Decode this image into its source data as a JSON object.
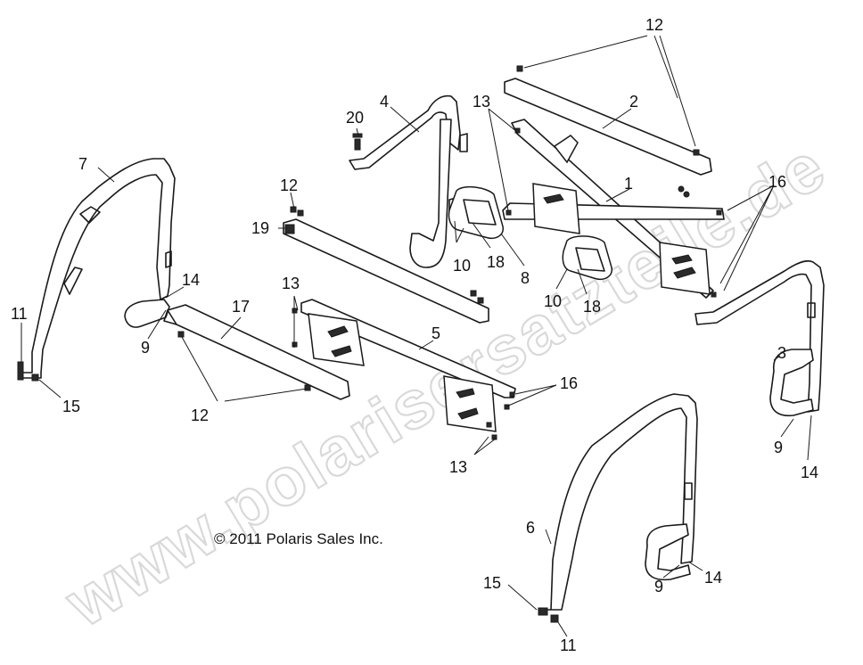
{
  "copyright": "© 2011 Polaris Sales Inc.",
  "watermark": "www.polarisersatzteile.de",
  "callouts": {
    "c12_top": "12",
    "c2": "2",
    "c13_top": "13",
    "c1": "1",
    "c16_top": "16",
    "c20": "20",
    "c4": "4",
    "c12_mid": "12",
    "c19": "19",
    "c10_a": "10",
    "c18_a": "18",
    "c8": "8",
    "c10_b": "10",
    "c18_b": "18",
    "c7": "7",
    "c14_left": "14",
    "c9_left": "9",
    "c11_left": "11",
    "c15_left": "15",
    "c17": "17",
    "c13_mid": "13",
    "c5": "5",
    "c16_bot": "16",
    "c13_bot": "13",
    "c12_bot": "12",
    "c3": "3",
    "c9_right": "9",
    "c14_right": "14",
    "c6": "6",
    "c15_bot": "15",
    "c9_bot": "9",
    "c14_bot": "14",
    "c11_bot": "11"
  }
}
